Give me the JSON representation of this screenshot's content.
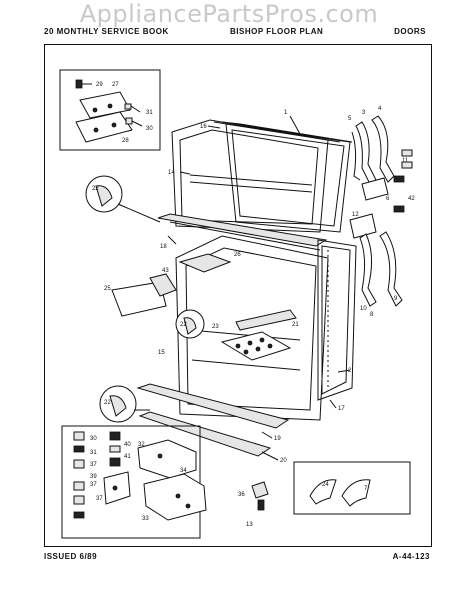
{
  "header": {
    "left": "20 MONTHLY SERVICE BOOK",
    "middle": "BISHOP FLOOR PLAN",
    "right": "DOORS"
  },
  "watermark": "AppliancePartsPros.com",
  "footer": {
    "issued": "ISSUED 6/89",
    "code": "A-44-123"
  },
  "labels": {
    "l1": "1",
    "l2": "2",
    "l3": "3",
    "l4": "4",
    "l5": "5",
    "l6": "6",
    "l7": "7",
    "l8": "8",
    "l9": "9",
    "l10": "10",
    "l11": "11",
    "l12": "12",
    "l13": "13",
    "l14": "14",
    "l15": "15",
    "l16": "16",
    "l17": "17",
    "l18": "18",
    "l19": "19",
    "l20": "20",
    "l21": "21",
    "l22a": "22",
    "l22b": "22",
    "l22c": "22",
    "l23": "23",
    "l24": "24",
    "l25": "25",
    "l26": "26",
    "l27": "27",
    "l28": "28",
    "l29": "29",
    "l30a": "30",
    "l30b": "30",
    "l31a": "31",
    "l31b": "31",
    "l32": "32",
    "l33": "33",
    "l34": "34",
    "l36": "36",
    "l37a": "37",
    "l37b": "37",
    "l37c": "37",
    "l39": "39",
    "l40": "40",
    "l41": "41",
    "l42": "42",
    "l43": "43"
  }
}
